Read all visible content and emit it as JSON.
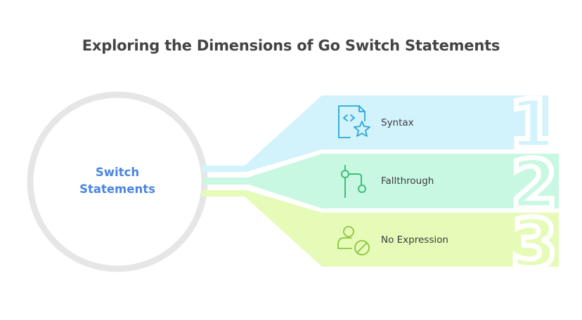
{
  "title": "Exploring the Dimensions of Go Switch Statements",
  "center": {
    "line1": "Switch",
    "line2": "Statements",
    "color": "#4a86e0",
    "ring_color": "#e6e6e6"
  },
  "items": [
    {
      "number": "1",
      "label": "Syntax",
      "icon": "code-file-star-icon",
      "fill": "#d2f2fc",
      "stroke": "#2aa7d6"
    },
    {
      "number": "2",
      "label": "Fallthrough",
      "icon": "branch-flow-icon",
      "fill": "#c8f8e2",
      "stroke": "#3cbf78"
    },
    {
      "number": "3",
      "label": "No Expression",
      "icon": "user-blocked-icon",
      "fill": "#e6fbb8",
      "stroke": "#8cc43c"
    }
  ]
}
